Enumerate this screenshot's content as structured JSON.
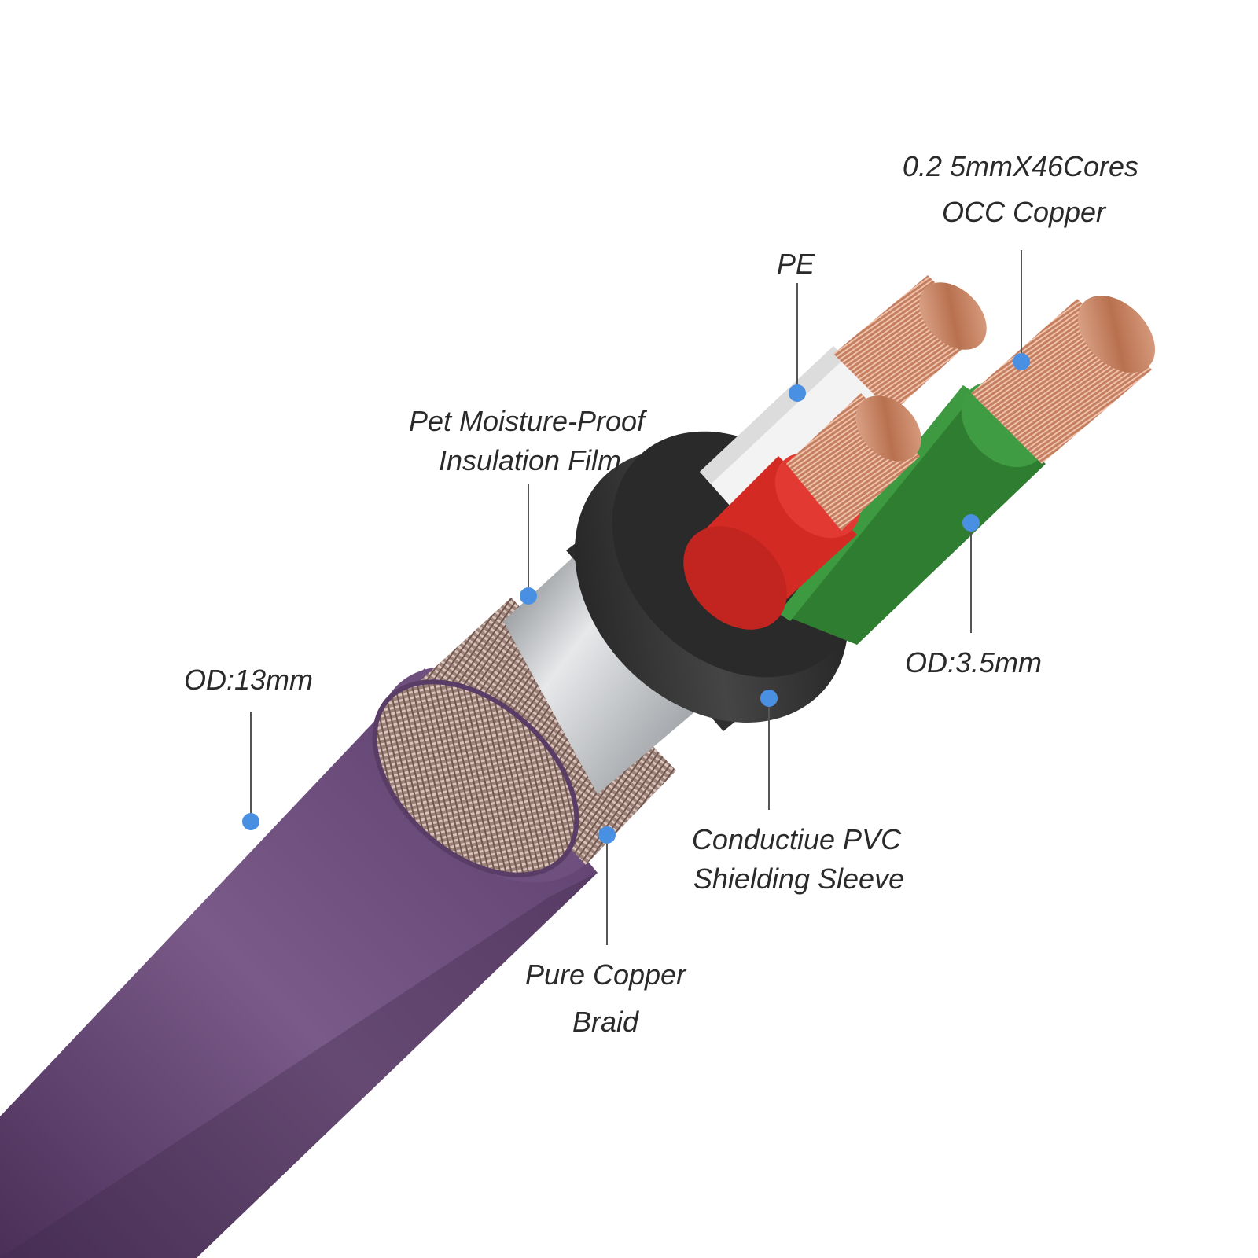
{
  "colors": {
    "jacket": "#5e3f6e",
    "braid": "#a88f86",
    "film": "#b9bcc1",
    "shield": "#2b2b2b",
    "core_white": "#f2f2f2",
    "core_red": "#d42a24",
    "core_green": "#2f7d30",
    "copper": "#c9856a",
    "marker": "#4a90e2",
    "leader_line": "#555555"
  },
  "labels": {
    "cores_line1": "0.2 5mmX46Cores",
    "cores_line2": "OCC Copper",
    "pe": "PE",
    "film_line1": "Pet Moisture-Proof",
    "film_line2": "Insulation Film",
    "od_outer": "OD:13mm",
    "od_core": "OD:3.5mm",
    "shield_line1": "Conductiue PVC",
    "shield_line2": "Shielding Sleeve",
    "braid_line1": "Pure Copper",
    "braid_line2": "Braid"
  }
}
